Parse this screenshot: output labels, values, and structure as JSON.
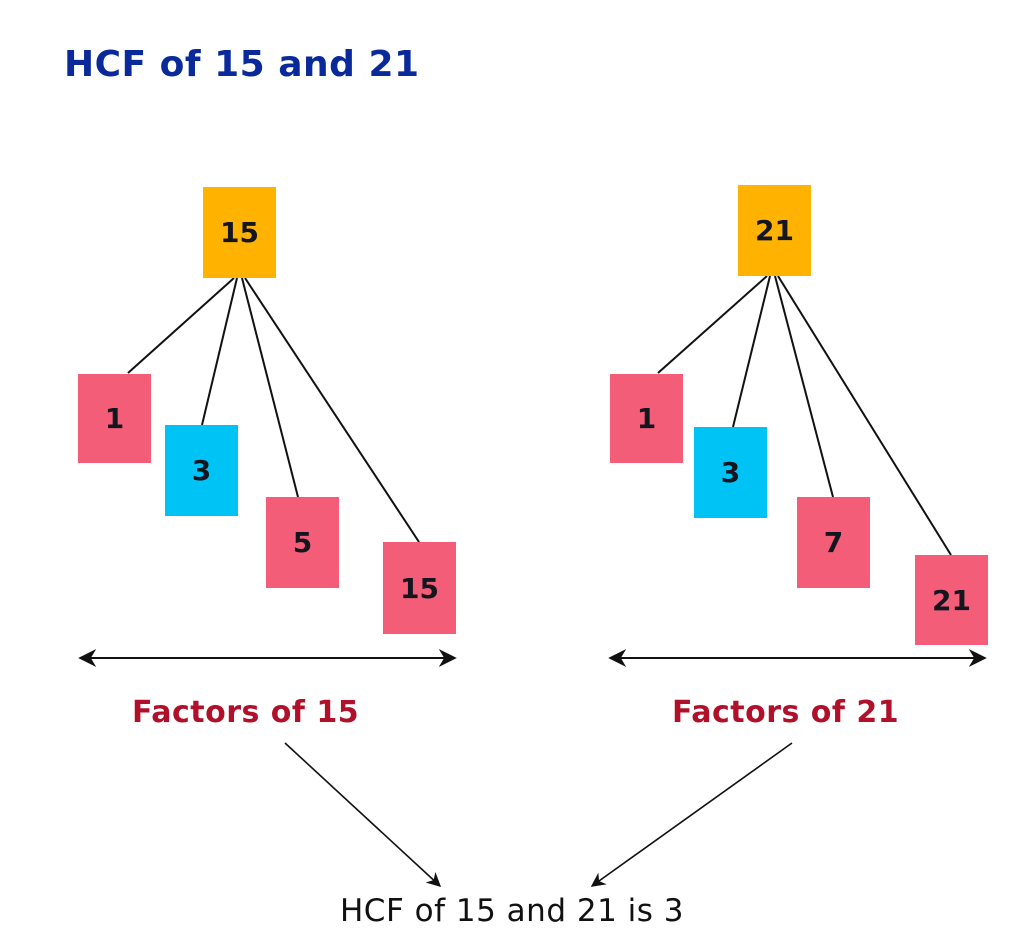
{
  "title": "HCF of 15 and 21",
  "colors": {
    "title": "#0a2a9c",
    "root_box": "#ffb300",
    "factor_box": "#f45d78",
    "common_factor_box": "#00c3f5",
    "label": "#b0102a",
    "text": "#14161f"
  },
  "trees": [
    {
      "root": "15",
      "factors": [
        "1",
        "3",
        "5",
        "15"
      ],
      "common_factor": "3",
      "label": "Factors of 15"
    },
    {
      "root": "21",
      "factors": [
        "1",
        "3",
        "7",
        "21"
      ],
      "common_factor": "3",
      "label": "Factors of 21"
    }
  ],
  "result": "HCF of 15 and 21 is 3"
}
